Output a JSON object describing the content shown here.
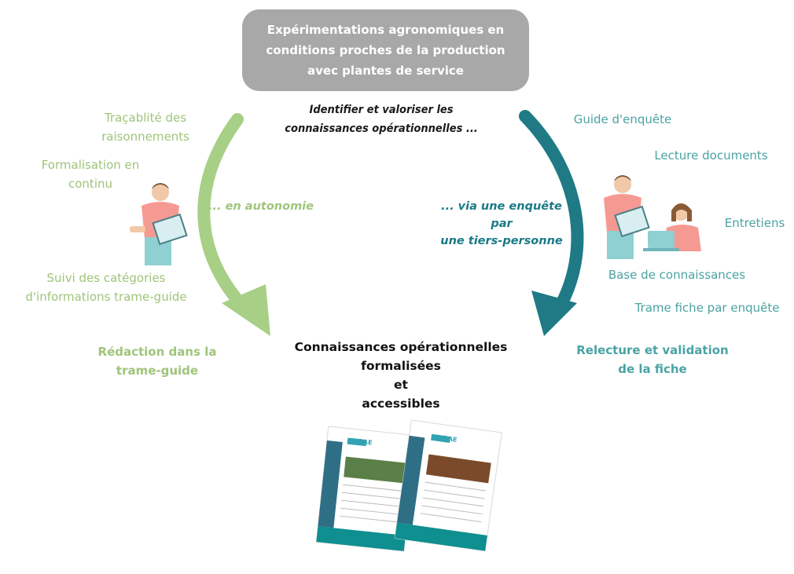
{
  "top_box": {
    "line1": "Expérimentations agronomiques en",
    "line2": "conditions proches de la production",
    "line3": "avec plantes de service"
  },
  "center": {
    "line1": "Identifier et valoriser les",
    "line2": "connaissances opérationnelles ..."
  },
  "left": {
    "branch_label": "... en autonomie",
    "item1_line1": "Traçablité des",
    "item1_line2": "raisonnements",
    "item2_line1": "Formalisation en",
    "item2_line2": "continu",
    "item3_line1": "Suivi des catégories",
    "item3_line2": "d'informations trame-guide",
    "final_line1": "Rédaction dans la",
    "final_line2": "trame-guide",
    "color": "#9fc47a"
  },
  "right": {
    "branch_line1": "... via une enquête par",
    "branch_line2": "une tiers-personne",
    "item1": "Guide d'enquête",
    "item2": "Lecture documents",
    "item3": "Entretiens",
    "item4": "Base de connaissances",
    "item5": "Trame fiche par enquête",
    "final_line1": "Relecture et validation",
    "final_line2": "de la fiche",
    "color": "#1a7a86"
  },
  "result": {
    "line1": "Connaissances opérationnelles",
    "line2": "formalisées",
    "line3": "et",
    "line4": "accessibles"
  },
  "documents": {
    "logo_text": "INRAE"
  }
}
